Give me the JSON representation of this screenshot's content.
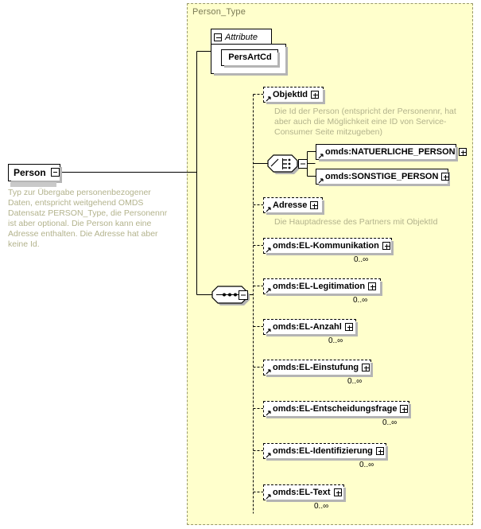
{
  "diagram": {
    "type_panel_title": "Person_Type",
    "root": {
      "name": "Person",
      "toggle": "minus",
      "annotation": "Typ zur Übergabe personenbezogener Daten, entspricht weitgehend OMDS Datensatz PERSON_Type, die Personennr ist aber optional. Die Person kann eine Adresse enthalten. Die Adresse hat aber keine Id."
    },
    "attribute_group": {
      "label": "Attribute",
      "toggle": "minus",
      "attributes": [
        {
          "name": "PersArtCd"
        }
      ]
    },
    "choice": {
      "toggle": "minus",
      "options": [
        {
          "name": "omds:NATUERLICHE_PERSON",
          "toggle": "plus",
          "required": true
        },
        {
          "name": "omds:SONSTIGE_PERSON",
          "toggle": "plus",
          "required": true
        }
      ]
    },
    "sequence": {
      "symbol": "sequence"
    },
    "elements": [
      {
        "name": "ObjektId",
        "toggle": "plus",
        "optional": true,
        "occurrence": "",
        "annotation": "Die Id der Person (entspricht der Personennr, hat aber auch die Möglichkeit eine ID von Service-Consumer Seite mitzugeben)"
      },
      {
        "name": "Adresse",
        "toggle": "plus",
        "optional": true,
        "occurrence": "",
        "annotation": "Die Hauptadresse des Partners mit ObjektId"
      },
      {
        "name": "omds:EL-Kommunikation",
        "toggle": "plus",
        "optional": true,
        "occurrence": "0..∞",
        "annotation": ""
      },
      {
        "name": "omds:EL-Legitimation",
        "toggle": "plus",
        "optional": true,
        "occurrence": "0..∞",
        "annotation": ""
      },
      {
        "name": "omds:EL-Anzahl",
        "toggle": "plus",
        "optional": true,
        "occurrence": "0..∞",
        "annotation": ""
      },
      {
        "name": "omds:EL-Einstufung",
        "toggle": "plus",
        "optional": true,
        "occurrence": "0..∞",
        "annotation": ""
      },
      {
        "name": "omds:EL-Entscheidungsfrage",
        "toggle": "plus",
        "optional": true,
        "occurrence": "0..∞",
        "annotation": ""
      },
      {
        "name": "omds:EL-Identifizierung",
        "toggle": "plus",
        "optional": true,
        "occurrence": "0..∞",
        "annotation": ""
      },
      {
        "name": "omds:EL-Text",
        "toggle": "plus",
        "optional": true,
        "occurrence": "0..∞",
        "annotation": ""
      }
    ],
    "colors": {
      "panel_background": "#ffffcc",
      "panel_border": "#9a9a6a",
      "annotation_text": "#b3b38d",
      "panel_title": "#7a7a55",
      "node_border": "#000000",
      "shadow": "#b4b4b4"
    }
  }
}
